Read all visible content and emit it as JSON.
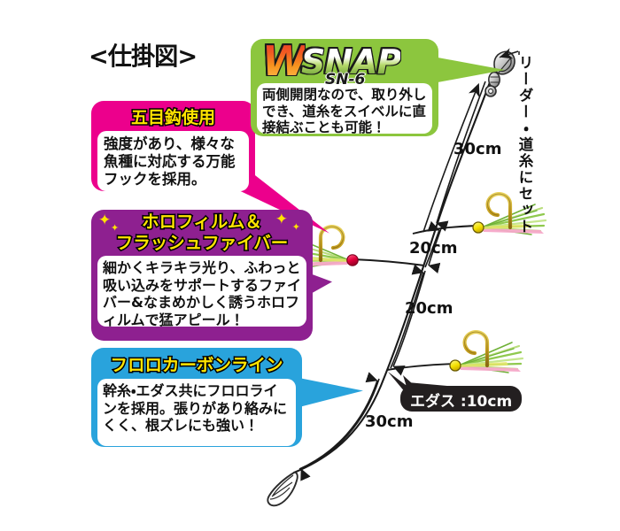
{
  "title": "<仕掛図>",
  "callouts": [
    {
      "id": "gomoku",
      "heading": "五目鈎使用",
      "body": "強度があり、様々な魚種に対応する万能フックを採用。",
      "bg_color": "#ec008c",
      "heading_color": "#ffe400"
    },
    {
      "id": "wsnap",
      "logo_w": "W",
      "logo_snap": "SNAP",
      "logo_sub": "SN-6",
      "body": "両側開閉なので、取り外しでき、道糸をスイベルに直接結ぶことも可能！",
      "bg_color": "#8cc63e"
    },
    {
      "id": "holo",
      "heading_line1": "ホロフィルム＆",
      "heading_line2": "フラッシュファイバー",
      "body": "細かくキラキラ光り、ふわっと吸い込みをサポートするファイバー&なまめかしく誘うホロフィルムで猛アピール！",
      "bg_color": "#8e2090",
      "heading_color": "#ffe400"
    },
    {
      "id": "fluoro",
      "heading": "フロロカーボンライン",
      "body": "幹糸・エダス共にフロロラインを採用。張りがあり絡みにくく、根ズレにも強い！",
      "bg_color": "#29a3dc",
      "heading_color": "#ffe400"
    }
  ],
  "diagram": {
    "vertical_note": "リーダー・道糸にセット",
    "edasu_label": "エダス :10cm",
    "dimensions": {
      "top_30": "30cm",
      "upper_20": "20cm",
      "lower_20": "20cm",
      "bottom_30": "30cm"
    },
    "colors": {
      "line": "#1a1a1a",
      "hook": "#c7a021",
      "bead_yellow": "#f5e400",
      "bead_red": "#e3003c",
      "fiber_green": "#9fce63",
      "fiber_pink": "#f6a8c8"
    }
  }
}
